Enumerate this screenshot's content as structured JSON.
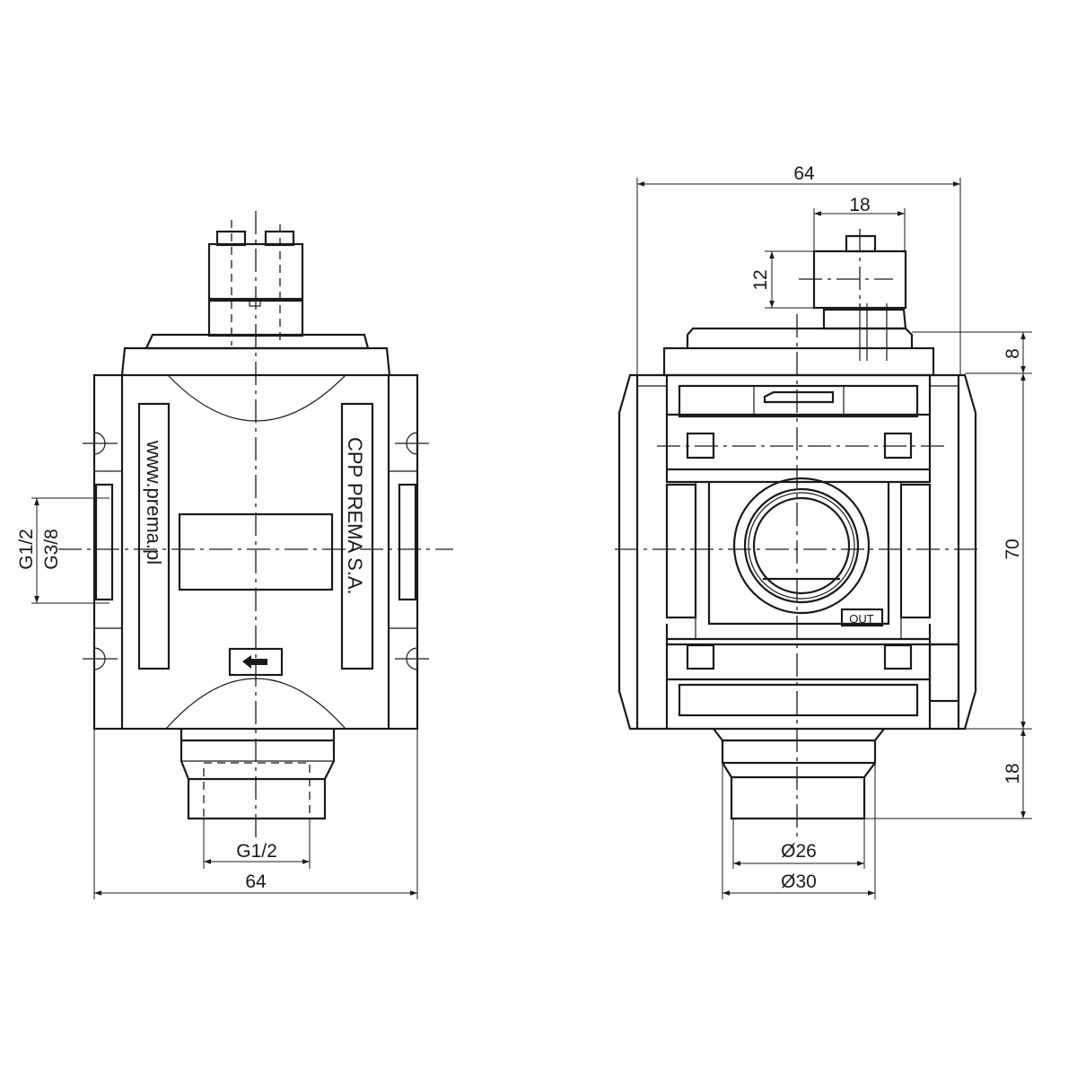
{
  "front_view": {
    "logo_left": "www.prema.pl",
    "logo_right": "CPP PREMA S.A.",
    "dim_port_bottom": "G1/2",
    "dim_width": "64",
    "dim_side_port_1": "G1/2",
    "dim_side_port_2": "G3/8",
    "flow_arrow_icon": "arrow-left-icon"
  },
  "side_view": {
    "dim_width": "64",
    "dim_solenoid_width": "18",
    "dim_solenoid_height": "12",
    "dim_top": "8",
    "dim_body_height": "70",
    "dim_bottom": "18",
    "dim_dia_inner": "Ø26",
    "dim_dia_outer": "Ø30",
    "port_label": "OUT"
  }
}
